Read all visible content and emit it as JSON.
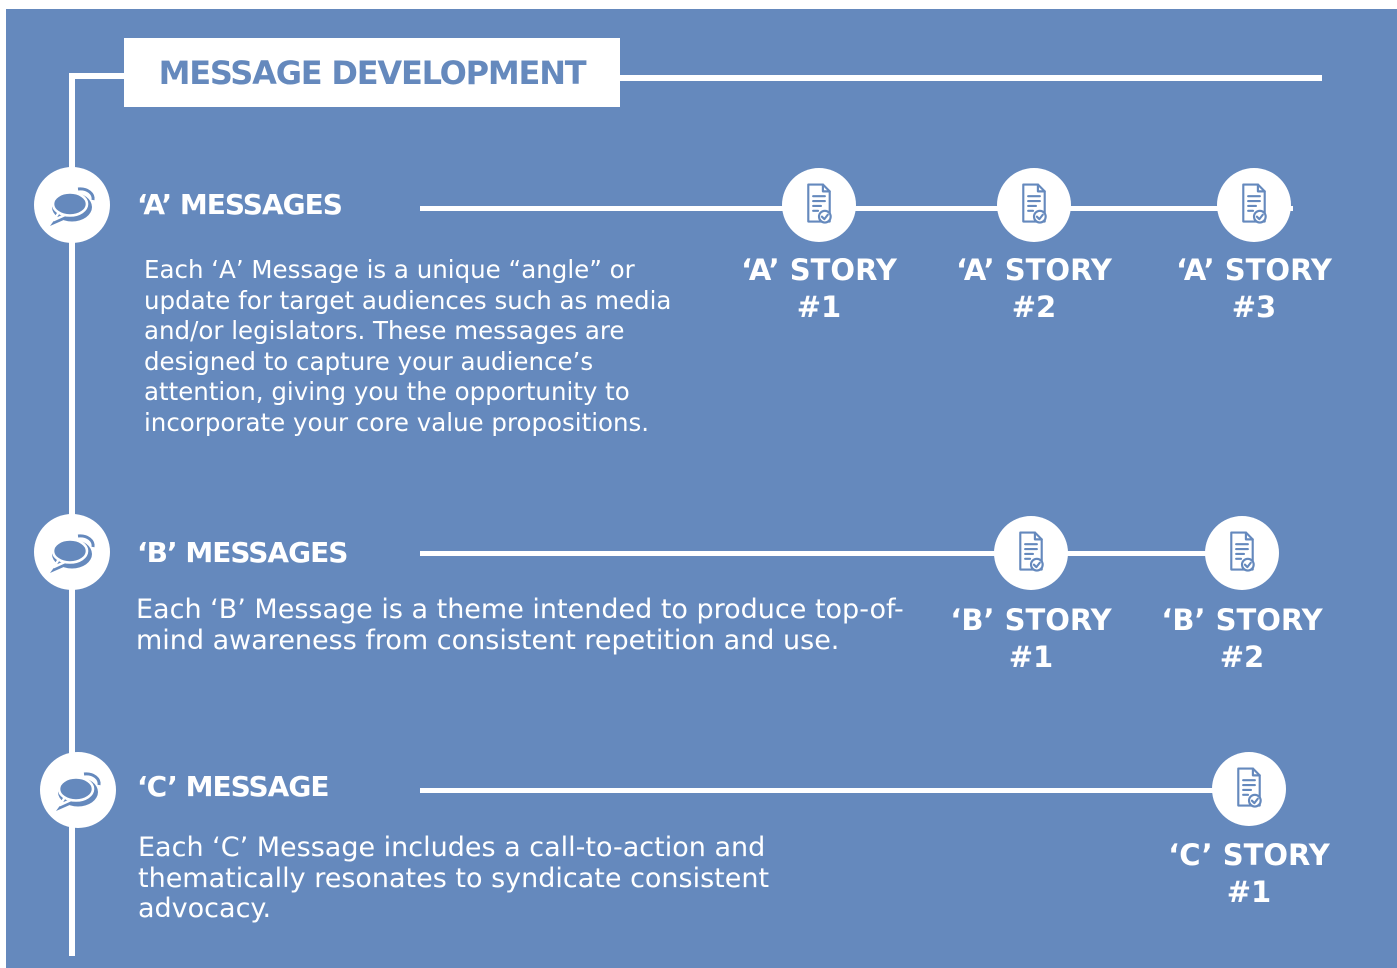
{
  "title": "MESSAGE DEVELOPMENT",
  "colors": {
    "background": "#6589bd",
    "foreground": "#ffffff",
    "accent_text": "#6589bd"
  },
  "icons": {
    "section": "speech-bubbles-icon",
    "story": "document-check-icon"
  },
  "sections": [
    {
      "title": "‘A’ MESSAGES",
      "description": "Each ‘A’ Message is a unique “angle” or update for target audiences such as media and/or legislators. These messages are designed to capture your audience’s attention, giving you the opportunity to incorporate your core value propositions.",
      "stories": [
        {
          "label": "‘A’  STORY",
          "number": "#1"
        },
        {
          "label": "‘A’  STORY",
          "number": "#2"
        },
        {
          "label": "‘A’  STORY",
          "number": "#3"
        }
      ]
    },
    {
      "title": "‘B’ MESSAGES",
      "description": "Each ‘B’ Message is a theme intended to produce top-of-mind awareness from consistent repetition and use.",
      "stories": [
        {
          "label": "‘B’  STORY",
          "number": "#1"
        },
        {
          "label": "‘B’  STORY",
          "number": "#2"
        }
      ]
    },
    {
      "title": "‘C’ MESSAGE",
      "description": "Each ‘C’ Message includes a call-to-action and thematically resonates to syndicate consistent advocacy.",
      "stories": [
        {
          "label": "‘C’  STORY",
          "number": "#1"
        }
      ]
    }
  ]
}
